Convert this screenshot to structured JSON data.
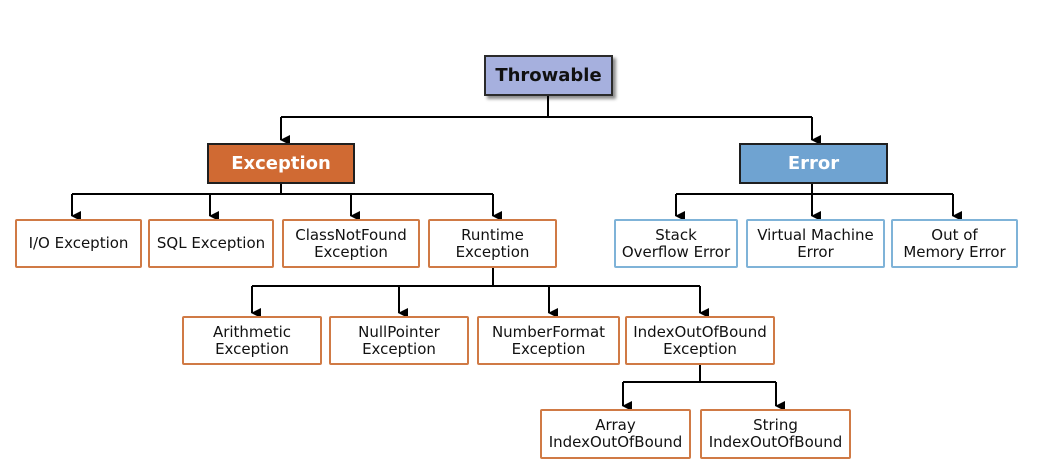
{
  "nodes": {
    "throwable": "Throwable",
    "exception": "Exception",
    "error": "Error",
    "io_exception": "I/O Exception",
    "sql_exception": "SQL Exception",
    "class_not_found": "ClassNotFound\nException",
    "runtime_exception": "Runtime\nException",
    "stack_overflow": "Stack\nOverflow Error",
    "virtual_machine": "Virtual Machine\nError",
    "out_of_memory": "Out of\nMemory Error",
    "arithmetic": "Arithmetic\nException",
    "null_pointer": "NullPointer\nException",
    "number_format": "NumberFormat\nException",
    "index_out_of_bound": "IndexOutOfBound\nException",
    "array_index": "Array\nIndexOutOfBound",
    "string_index": "String\nIndexOutOfBound"
  },
  "colors": {
    "root_fill": "#a6b0de",
    "exception_fill": "#d06a33",
    "error_fill": "#6fa3d1",
    "exception_branch_border": "#d07a45",
    "error_branch_border": "#7fb3d8",
    "connector": "#000000"
  }
}
